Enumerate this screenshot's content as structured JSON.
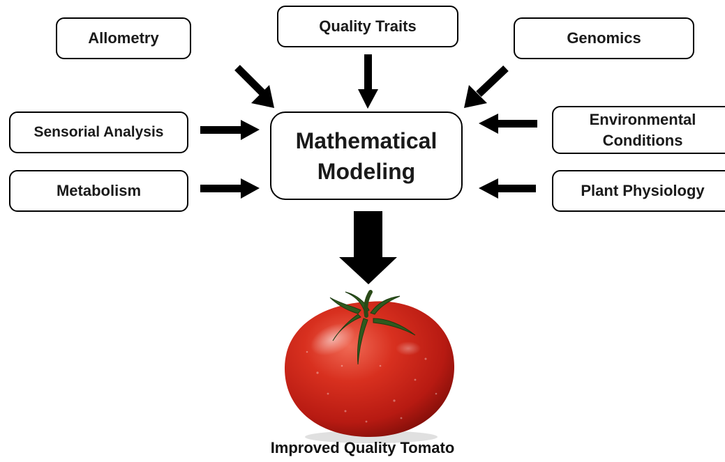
{
  "diagram": {
    "center": {
      "line1": "Mathematical",
      "line2": "Modeling"
    },
    "inputs": {
      "allometry": "Allometry",
      "quality_traits": "Quality Traits",
      "genomics": "Genomics",
      "sensorial_analysis": "Sensorial Analysis",
      "environmental_conditions": {
        "line1": "Environmental",
        "line2": "Conditions"
      },
      "metabolism": "Metabolism",
      "plant_physiology": "Plant Physiology"
    },
    "output_caption": "Improved Quality Tomato"
  },
  "colors": {
    "arrow": "#000000",
    "box_border": "#000000",
    "tomato_red": "#c41e18",
    "tomato_stem": "#2f5a1e"
  },
  "icons": {
    "output_image": "tomato-icon"
  }
}
